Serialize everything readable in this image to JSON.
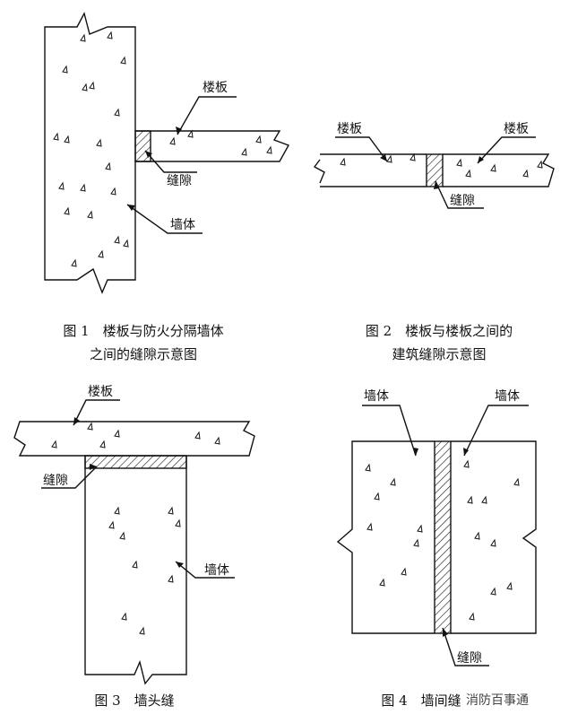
{
  "figures": [
    {
      "id": "fig1",
      "caption_line1": "图 1　楼板与防火分隔墙体",
      "caption_line2": "之间的缝隙示意图",
      "labels": {
        "slab": "楼板",
        "gap": "缝隙",
        "wall": "墙体"
      }
    },
    {
      "id": "fig2",
      "caption_line1": "图 2　楼板与楼板之间的",
      "caption_line2": "建筑缝隙示意图",
      "labels": {
        "slab_left": "楼板",
        "slab_right": "楼板",
        "gap": "缝隙"
      }
    },
    {
      "id": "fig3",
      "caption_line1": "图 3　墙头缝",
      "labels": {
        "slab": "楼板",
        "gap": "缝隙",
        "wall": "墙体"
      }
    },
    {
      "id": "fig4",
      "caption_line1": "图 4　墙间缝",
      "labels": {
        "wall_left": "墙体",
        "wall_right": "墙体",
        "gap": "缝隙"
      }
    }
  ],
  "watermark": "消防百事通",
  "colors": {
    "line": "#111111",
    "background": "#ffffff"
  }
}
